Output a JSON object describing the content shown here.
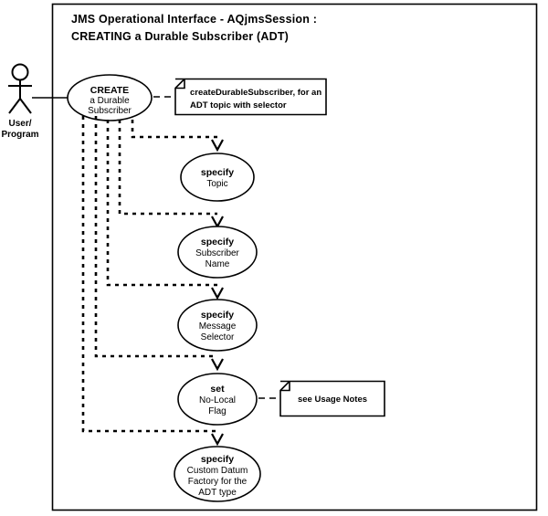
{
  "diagram": {
    "type": "uml-use-case",
    "title_line1": "JMS Operational Interface  -  AQjmsSession  :",
    "title_line2": "CREATING a Durable Subscriber (ADT)",
    "actor": {
      "label_line1": "User/",
      "label_line2": "Program",
      "icon": "actor-stick-figure"
    },
    "use_cases": [
      {
        "id": "create-durable-subscriber",
        "line1": "CREATE",
        "line2": "a Durable",
        "line3": "Subscriber",
        "line4": ""
      },
      {
        "id": "specify-topic",
        "line1": "specify",
        "line2": "Topic",
        "line3": "",
        "line4": ""
      },
      {
        "id": "specify-subscriber-name",
        "line1": "specify",
        "line2": "Subscriber",
        "line3": "Name",
        "line4": ""
      },
      {
        "id": "specify-message-selector",
        "line1": "specify",
        "line2": "Message",
        "line3": "Selector",
        "line4": ""
      },
      {
        "id": "set-no-local-flag",
        "line1": "set",
        "line2": "No-Local",
        "line3": "Flag",
        "line4": ""
      },
      {
        "id": "specify-custom-datum-factory",
        "line1": "specify",
        "line2": "Custom Datum",
        "line3": "Factory for the",
        "line4": "ADT type"
      }
    ],
    "notes": [
      {
        "id": "note-create-durable-subscriber",
        "line1": "createDurableSubscriber, for an",
        "line2": "ADT topic with selector"
      },
      {
        "id": "note-usage",
        "line1": "see Usage Notes",
        "line2": ""
      }
    ],
    "colors": {
      "stroke": "#000000",
      "fill": "#ffffff",
      "background": "#ffffff"
    }
  }
}
